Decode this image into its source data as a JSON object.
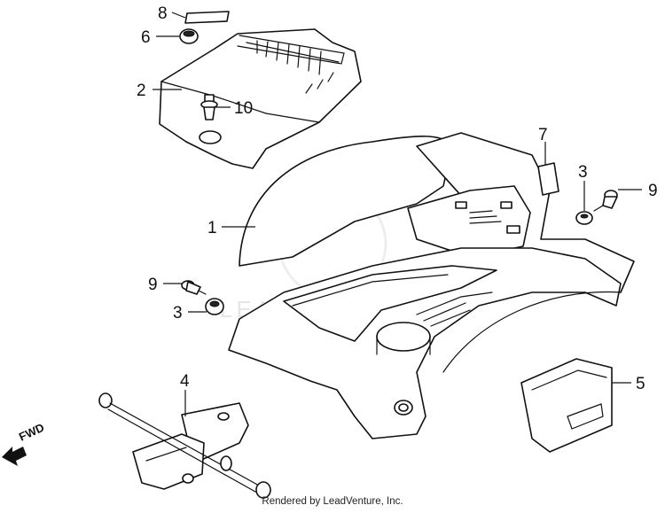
{
  "callouts": {
    "c1": "1",
    "c2": "2",
    "c3a": "3",
    "c3b": "3",
    "c4": "4",
    "c5": "5",
    "c6": "6",
    "c7": "7",
    "c8": "8",
    "c9a": "9",
    "c9b": "9",
    "c10": "10"
  },
  "direction_label": "FWD",
  "watermark": "LEADVENTURE",
  "footer": "Rendered by LeadVenture, Inc."
}
